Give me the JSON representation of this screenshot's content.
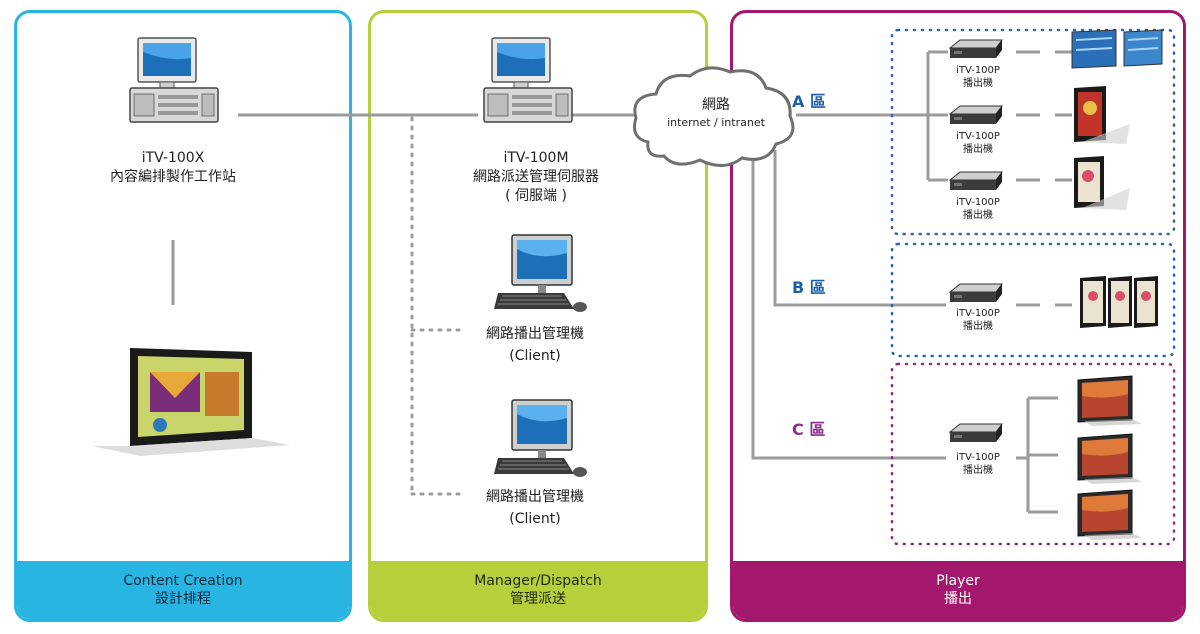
{
  "panels": {
    "content": {
      "title_en": "Content Creation",
      "title_zh": "設計排程",
      "color": "#29b5e1"
    },
    "manager": {
      "title_en": "Manager/Dispatch",
      "title_zh": "管理派送",
      "color": "#b6cf3a"
    },
    "player": {
      "title_en": "Player",
      "title_zh": "播出",
      "color": "#a3176d"
    }
  },
  "workstation": {
    "model": "iTV-100X",
    "desc": "內容編排製作工作站"
  },
  "server": {
    "model": "iTV-100M",
    "desc": "網路派送管理伺服器",
    "sub": "( 伺服端 )"
  },
  "clients": [
    {
      "name": "網路播出管理機",
      "sub": "(Client)"
    },
    {
      "name": "網路播出管理機",
      "sub": "(Client)"
    }
  ],
  "network": {
    "title": "網路",
    "subtitle": "internet / intranet"
  },
  "zones": [
    {
      "label": "A 區",
      "color": "#1f5fa8"
    },
    {
      "label": "B 區",
      "color": "#1f5fa8"
    },
    {
      "label": "C 區",
      "color": "#8a2b8e"
    }
  ],
  "players": [
    {
      "model": "iTV-100P",
      "desc": "播出機"
    },
    {
      "model": "iTV-100P",
      "desc": "播出機"
    },
    {
      "model": "iTV-100P",
      "desc": "播出機"
    },
    {
      "model": "iTV-100P",
      "desc": "播出機"
    },
    {
      "model": "iTV-100P",
      "desc": "播出機"
    }
  ],
  "colors": {
    "line": "#9b9b9b",
    "dot_blue": "#2a62b0",
    "dot_purple": "#8a2b8e"
  },
  "icons": [
    "desktop-computer-icon",
    "lcd-monitor-icon",
    "cloud-icon",
    "player-box-icon",
    "display-screen-icon"
  ]
}
